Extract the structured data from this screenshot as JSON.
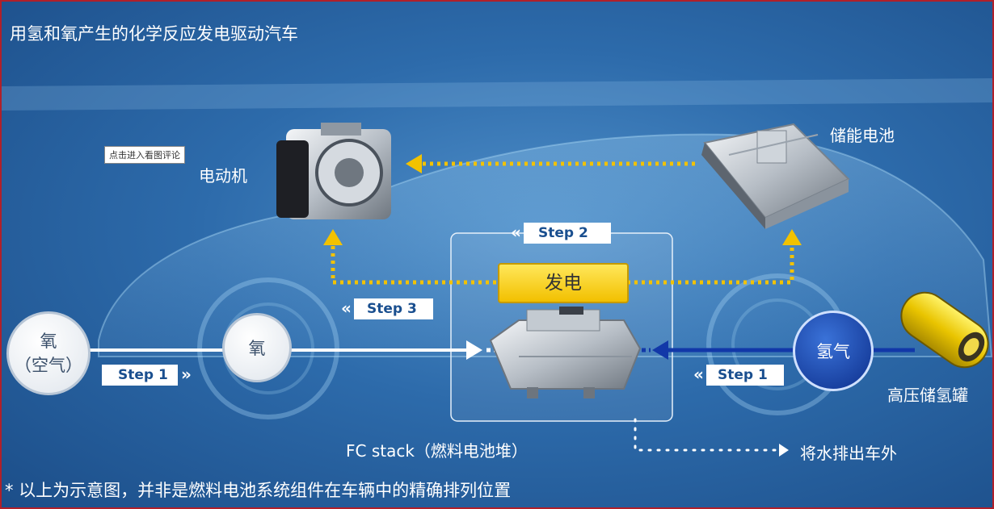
{
  "title": "用氢和氧产生的化学反应发电驱动汽车",
  "tooltip": "点击进入看图评论",
  "labels": {
    "motor": "电动机",
    "battery": "储能电池",
    "tank": "高压储氢罐",
    "fc_stack": "FC stack（燃料电池堆）",
    "water": "将水排出车外"
  },
  "generate": "发电",
  "circles": {
    "oxygen_air_line1": "氧",
    "oxygen_air_line2": "（空气）",
    "oxygen": "氧",
    "hydrogen": "氢气"
  },
  "steps": {
    "step1_left": "Step 1",
    "step1_right": "Step 1",
    "step2": "Step 2",
    "step3": "Step 3"
  },
  "footer": "*  以上为示意图，并非是燃料电池系统组件在车辆中的精确排列位置",
  "colors": {
    "accent_yellow": "#f2c200",
    "background_blue": "#2d6bab",
    "hydrogen_blue": "#1a3fa8"
  }
}
